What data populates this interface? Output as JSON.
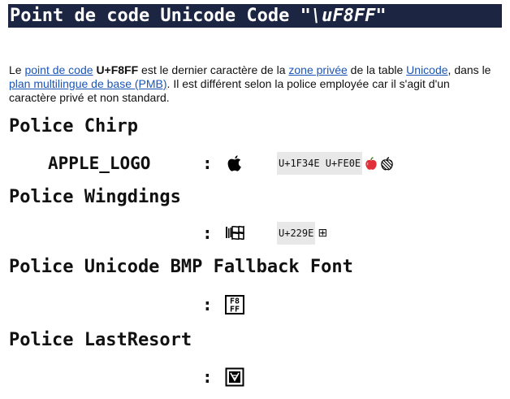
{
  "title": {
    "prefix": "Point de code Unicode Code ",
    "code": "\"\\uF8FF\""
  },
  "intro": {
    "t1": "Le ",
    "link_codepoint": "point de code",
    "t2": " ",
    "codepoint": "U+F8FF",
    "t3": " est le dernier caractère de la ",
    "link_private_zone": "zone privée",
    "t4": " de la table ",
    "link_unicode": "Unicode",
    "t5": ", dans le ",
    "link_bmp": "plan multilingue de base (PMB)",
    "t6": ". Il est différent selon la police employée car il s'agit d'un caractère privé et non standard."
  },
  "sections": [
    {
      "heading": "Police Chirp",
      "glyph_name": "APPLE_LOGO",
      "colon": ":",
      "glyph_icon": "apple-logo-icon",
      "fallback_codes": "U+1F34E U+FE0E",
      "fallback_icons": [
        "red-apple-icon",
        "striped-apple-icon"
      ]
    },
    {
      "heading": "Police Wingdings",
      "glyph_name": "",
      "colon": ":",
      "glyph_icon": "windows-flag-icon",
      "fallback_codes": "U+229E",
      "fallback_text": "⊞"
    },
    {
      "heading": "Police Unicode BMP Fallback Font",
      "glyph_name": "",
      "colon": ":",
      "glyph_icon": "hex-box-f8ff-icon",
      "hex_box_text": "F8FF"
    },
    {
      "heading": "Police LastResort",
      "glyph_name": "",
      "colon": ":",
      "glyph_icon": "last-resort-private-use-icon"
    }
  ],
  "colors": {
    "title_bg": "#1c2541",
    "link": "#1a55b8",
    "code_bg": "#e8e8e8"
  }
}
